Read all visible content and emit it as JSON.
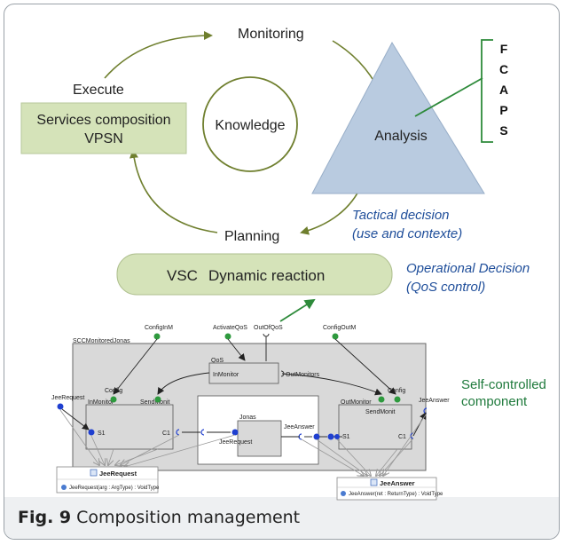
{
  "loop": {
    "monitoring": "Monitoring",
    "execute": "Execute",
    "knowledge": "Knowledge",
    "analysis": "Analysis",
    "planning": "Planning",
    "services_line1": "Services composition",
    "services_line2": "VPSN"
  },
  "fcaps": [
    "F",
    "C",
    "A",
    "P",
    "S"
  ],
  "tactical": {
    "line1": "Tactical decision",
    "line2": "(use and contexte)"
  },
  "reaction": {
    "vsc": "VSC",
    "label": "Dynamic reaction"
  },
  "operational": {
    "line1": "Operational Decision",
    "line2": "(QoS control)"
  },
  "self_controlled": {
    "line1": "Self-controlled",
    "line2": "component"
  },
  "component": {
    "outer_name": "SCCMonitoredJonas",
    "config_in": "ConfigInM",
    "activate_qos": "ActivateQoS",
    "out_of_qos": "OutOfQoS",
    "config_out": "ConfigOutM",
    "qos": "QoS",
    "in_monitor_port": "InMonitor",
    "out_monitors": "OutMonitors",
    "in_monitor": "InMonitor",
    "config_left": "Config",
    "send_monit_left": "SendMonit",
    "s1_left": "S1",
    "c1_left": "C1",
    "jonas": "Jonas",
    "jee_request_inner": "JeeRequest",
    "jee_answer_inner": "JeeAnswer",
    "out_monitor": "OutMonitor",
    "config_right": "Config",
    "send_monit_right": "SendMonit",
    "s1_right": "S1",
    "c1_right": "C1",
    "jee_request_ext": "JeeRequest",
    "jee_answer_ext": "JeeAnswer",
    "iface_request_title": "JeeRequest",
    "iface_request_method": "JeeRequest(arg : ArgType) : VoidType",
    "iface_answer_title": "JeeAnswer",
    "iface_answer_method": "JeeAnswer(ret : ReturnType) : VoidType"
  },
  "caption": {
    "fig": "Fig. 9",
    "text": "Composition management"
  },
  "colors": {
    "green_box": "#d5e3b9",
    "triangle": "#b9cbe0",
    "arrow_olive": "#6f7f2e",
    "blue_text": "#1f4e9a",
    "green_label": "#1f7a3c",
    "component_fill": "#d9d9d9"
  }
}
